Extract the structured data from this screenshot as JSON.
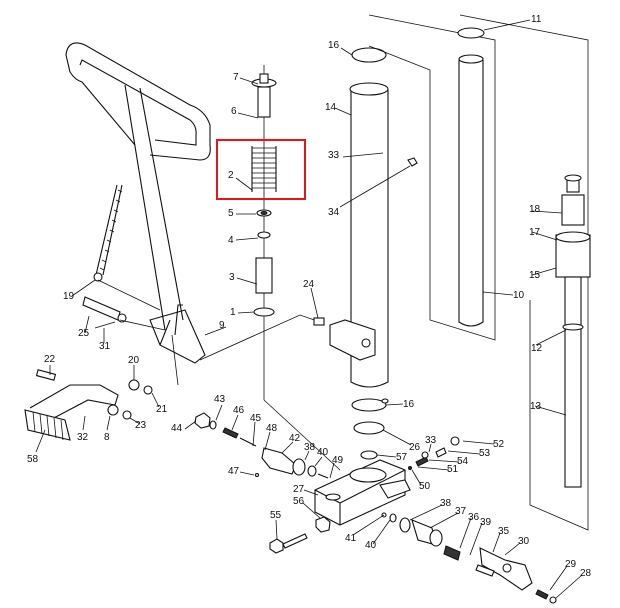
{
  "diagram": {
    "highlight_color": "#e8141b",
    "highlighted_part": "2",
    "callouts": {
      "c7": "7",
      "c6": "6",
      "c2": "2",
      "c5": "5",
      "c4": "4",
      "c3": "3",
      "c1": "1",
      "c24": "24",
      "c9": "9",
      "c19": "19",
      "c25": "25",
      "c31": "31",
      "c22": "22",
      "c20": "20",
      "c21": "21",
      "c23": "23",
      "c8": "8",
      "c32": "32",
      "c58": "58",
      "c16a": "16",
      "c14": "14",
      "c33a": "33",
      "c34": "34",
      "c11": "11",
      "c10": "10",
      "c18": "18",
      "c17": "17",
      "c15": "15",
      "c12": "12",
      "c13": "13",
      "c16b": "16",
      "c26": "26",
      "c57": "57",
      "c33b": "33",
      "c52": "52",
      "c53": "53",
      "c54": "54",
      "c51": "51",
      "c50": "50",
      "c27": "27",
      "c56": "56",
      "c55": "55",
      "c41": "41",
      "c40a": "40",
      "c38a": "38",
      "c37": "37",
      "c36": "36",
      "c39": "39",
      "c35": "35",
      "c30": "30",
      "c29": "29",
      "c28": "28",
      "c43": "43",
      "c46": "46",
      "c45": "45",
      "c48": "48",
      "c42": "42",
      "c38b": "38",
      "c40b": "40",
      "c49": "49",
      "c47": "47",
      "c44": "44"
    }
  }
}
